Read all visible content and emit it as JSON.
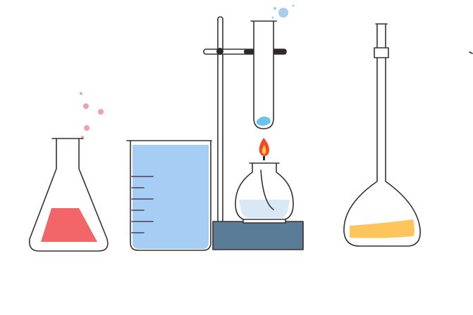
{
  "illustration": {
    "background": "#ffffff",
    "outline_color": "#3a3030",
    "glass_color": "#ffffff",
    "objects": [
      {
        "id": "erlenmeyer-flask",
        "icon": "erlenmeyer-flask-icon",
        "liquid_color": "#f2666a",
        "fill_level": 0.35
      },
      {
        "id": "beaker",
        "icon": "beaker-icon",
        "liquid_color": "#a6cdf3",
        "fill_level": 0.95,
        "graduation_marks": 6
      },
      {
        "id": "test-tube",
        "icon": "test-tube-icon",
        "liquid_color": "#6ec3e8",
        "fill_level": 0.1
      },
      {
        "id": "retort-stand",
        "icon": "retort-stand-icon",
        "base_color": "#5a7c96"
      },
      {
        "id": "alcohol-burner",
        "icon": "alcohol-burner-icon",
        "liquid_color": "#d8e8f4",
        "flame_color": "#f04a2a",
        "flame_core_color": "#ffc940",
        "fill_level": 0.4
      },
      {
        "id": "volumetric-flask",
        "icon": "volumetric-flask-icon",
        "liquid_color": "#fdc55c",
        "fill_level": 0.12
      }
    ],
    "bubble_color_pink": "#f5a0a8",
    "bubble_color_blue": "#a8ccee"
  }
}
